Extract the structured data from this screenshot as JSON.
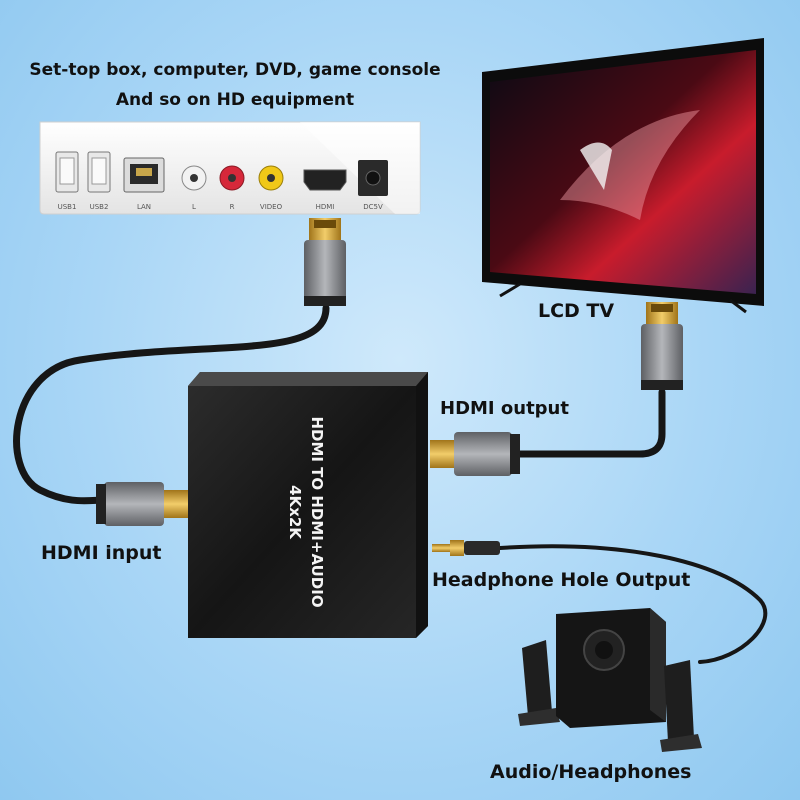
{
  "source_device": {
    "caption_line1": "Set-top box, computer, DVD, game console",
    "caption_line2": "And so on HD equipment",
    "ports": [
      "USB1",
      "USB2",
      "LAN",
      "L",
      "R",
      "VIDEO",
      "HDMI",
      "DC5V"
    ]
  },
  "tv": {
    "label": "LCD TV"
  },
  "converter": {
    "line1": "HDMI TO HDMI+AUDIO",
    "line2": "4Kx2K"
  },
  "labels": {
    "hdmi_output": "HDMI output",
    "hdmi_input": "HDMI input",
    "headphone_output": "Headphone Hole Output",
    "audio": "Audio/Headphones"
  },
  "colors": {
    "background": "#a9d6f6",
    "cable": "#161616",
    "device_body": "#f4f4f4",
    "converter_body": "#1c1c1c",
    "connector_gray": "#8a8c90"
  }
}
